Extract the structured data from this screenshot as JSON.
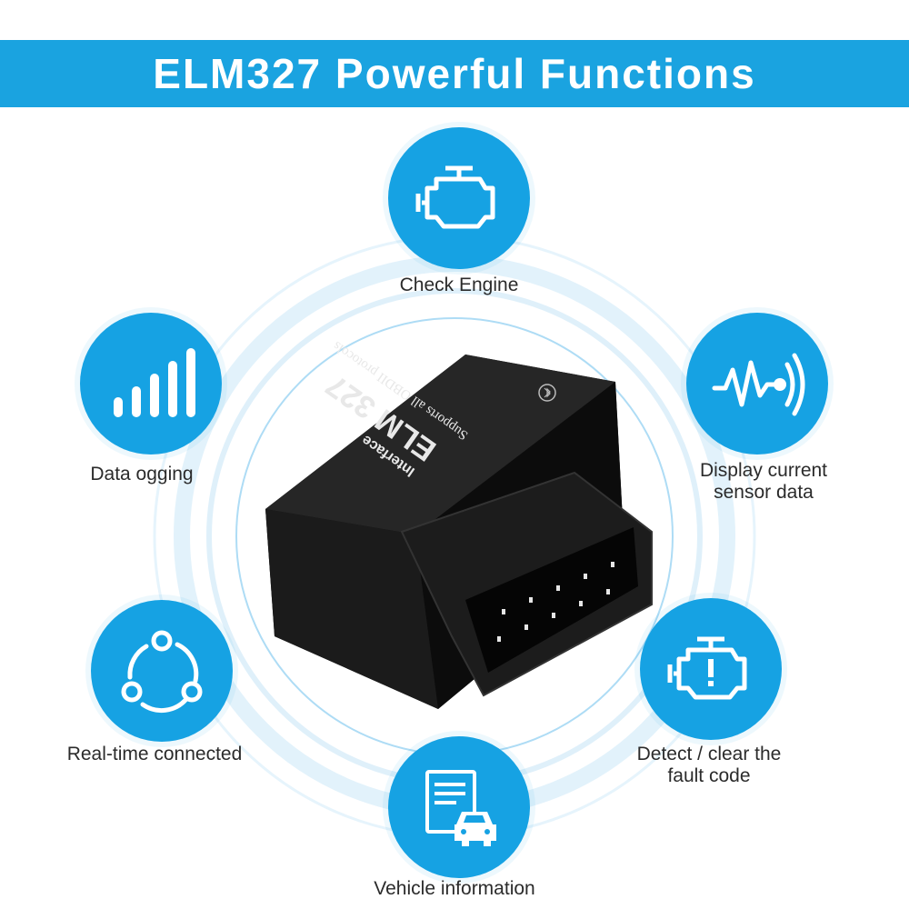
{
  "banner": {
    "title": "ELM327 Powerful Functions"
  },
  "colors": {
    "banner": "#1aa3e0",
    "icon_circle": "#16a2e3",
    "ring": "#bfe3f7",
    "device": "#111111"
  },
  "device": {
    "title": "ELM 327",
    "line1": "Interface",
    "line2": "Supports all OBDII protocols",
    "icon": "bluetooth-icon"
  },
  "features": [
    {
      "id": "check-engine",
      "label": "Check Engine",
      "icon": "engine-icon"
    },
    {
      "id": "data-logging",
      "label": "Data ogging",
      "icon": "signal-bars-icon"
    },
    {
      "id": "sensor-data",
      "label": "Display current\nsensor data",
      "icon": "sensor-wave-icon"
    },
    {
      "id": "real-time",
      "label": "Real-time connected",
      "icon": "connection-icon"
    },
    {
      "id": "fault-code",
      "label": "Detect / clear the\nfault code",
      "icon": "engine-warning-icon"
    },
    {
      "id": "vehicle-info",
      "label": "Vehicle information",
      "icon": "vehicle-document-icon"
    }
  ]
}
